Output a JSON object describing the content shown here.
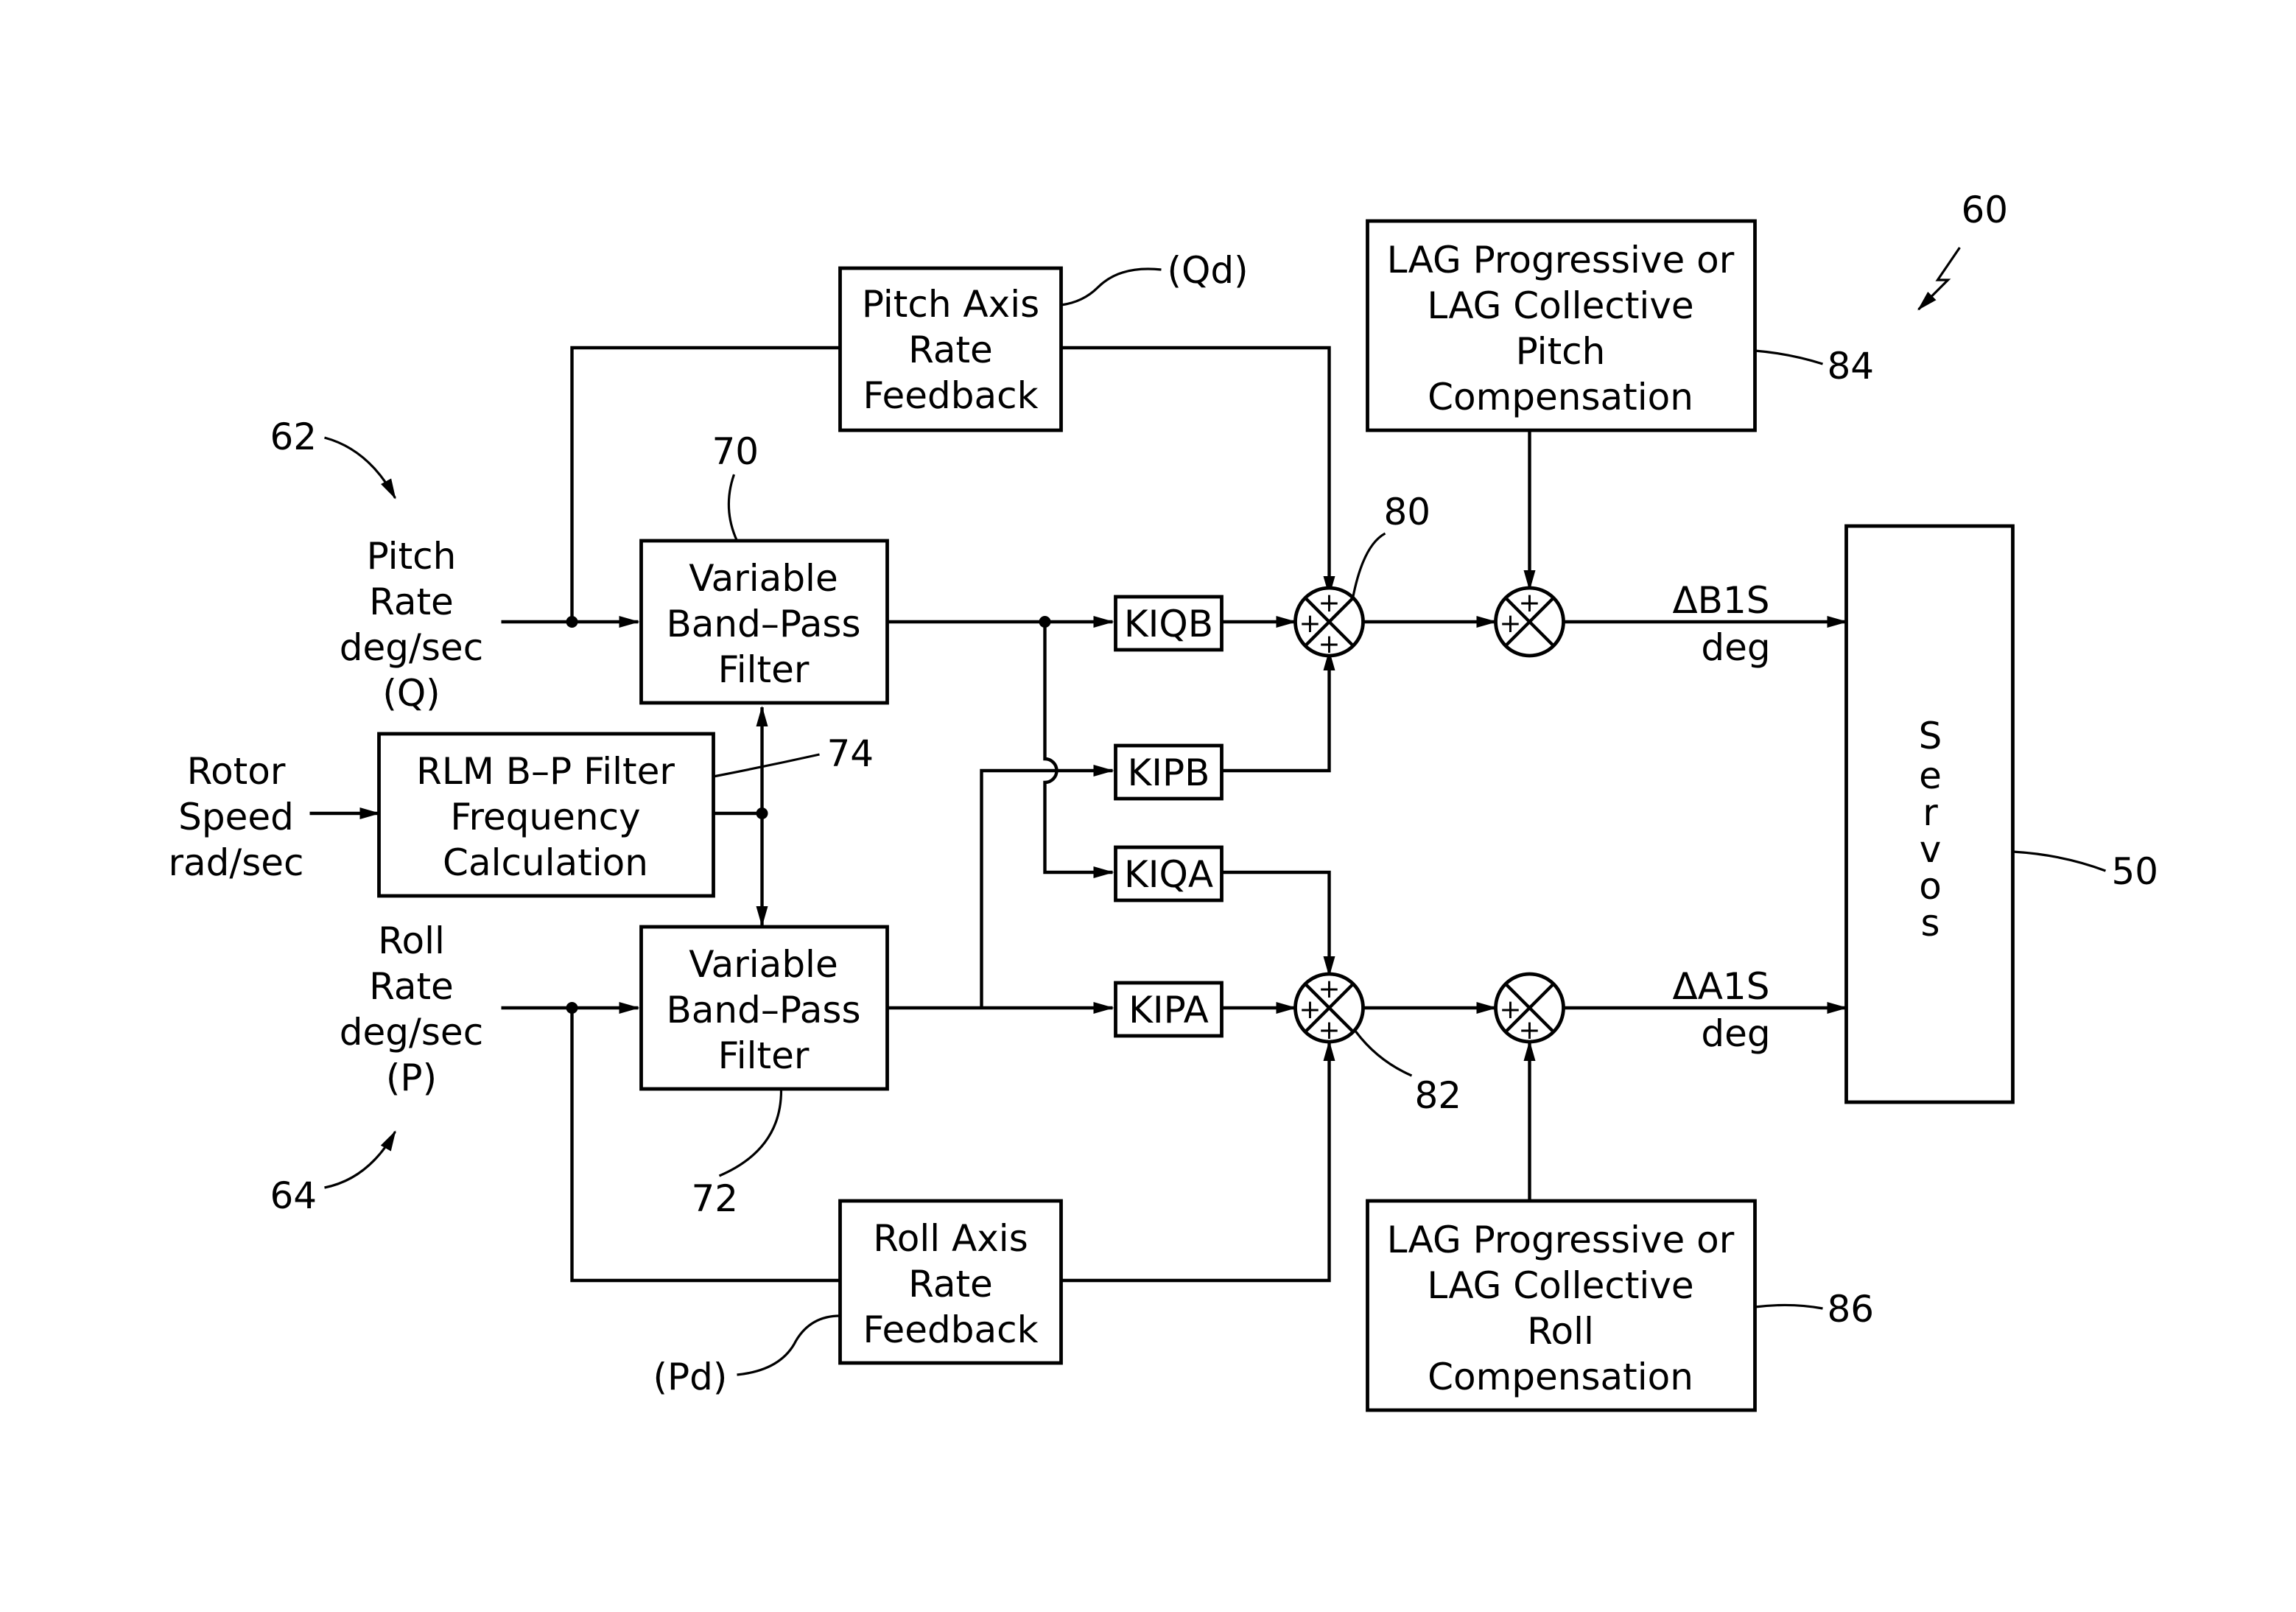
{
  "figure_ref": "60",
  "inputs": {
    "pitch": {
      "ref": "62",
      "lines": [
        "Pitch",
        "Rate",
        "deg/sec",
        "(Q)"
      ]
    },
    "rotor": {
      "lines": [
        "Rotor",
        "Speed",
        "rad/sec"
      ]
    },
    "roll": {
      "ref": "64",
      "lines": [
        "Roll",
        "Rate",
        "deg/sec",
        "(P)"
      ]
    }
  },
  "blocks": {
    "pitch_feedback": {
      "lines": [
        "Pitch Axis",
        "Rate",
        "Feedback"
      ],
      "tag": "(Qd)"
    },
    "roll_feedback": {
      "lines": [
        "Roll Axis",
        "Rate",
        "Feedback"
      ],
      "tag": "(Pd)"
    },
    "bp_pitch": {
      "ref": "70",
      "lines": [
        "Variable",
        "Band–Pass",
        "Filter"
      ]
    },
    "bp_roll": {
      "ref": "72",
      "lines": [
        "Variable",
        "Band–Pass",
        "Filter"
      ]
    },
    "rlm": {
      "ref": "74",
      "lines": [
        "RLM B–P Filter",
        "Frequency",
        "Calculation"
      ]
    },
    "lag_pitch": {
      "ref": "84",
      "lines": [
        "LAG Progressive or",
        "LAG Collective",
        "Pitch",
        "Compensation"
      ]
    },
    "lag_roll": {
      "ref": "86",
      "lines": [
        "LAG Progressive or",
        "LAG Collective",
        "Roll",
        "Compensation"
      ]
    },
    "servos": {
      "ref": "50",
      "label": "Servos"
    }
  },
  "gains": [
    "KIQB",
    "KIPB",
    "KIQA",
    "KIPA"
  ],
  "summers": {
    "upper_ref": "80",
    "lower_ref": "82",
    "sign": "+"
  },
  "outputs": {
    "upper": {
      "lines": [
        "ΔB1S",
        "deg"
      ]
    },
    "lower": {
      "lines": [
        "ΔA1S",
        "deg"
      ]
    }
  }
}
